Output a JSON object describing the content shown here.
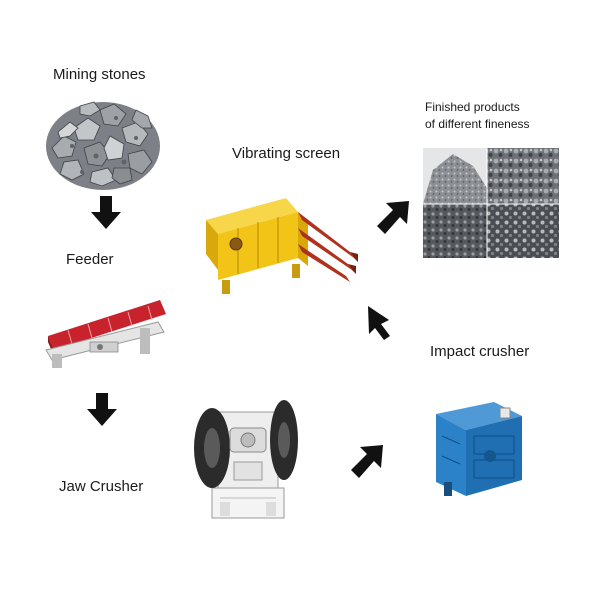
{
  "labels": {
    "mining_stones": "Mining stones",
    "feeder": "Feeder",
    "jaw_crusher": "Jaw Crusher",
    "vibrating_screen": "Vibrating screen",
    "impact_crusher": "Impact crusher",
    "finished_line1": "Finished products",
    "finished_line2": "of different fineness"
  },
  "colors": {
    "arrow": "#111111",
    "vibrating_screen": "#f2c418",
    "screen_deck": "#b0321e",
    "feeder_red": "#c8232c",
    "impact_crusher_blue": "#2b82c9",
    "jaw_crusher_body": "#eeeeee",
    "stones": "#8f9398"
  }
}
